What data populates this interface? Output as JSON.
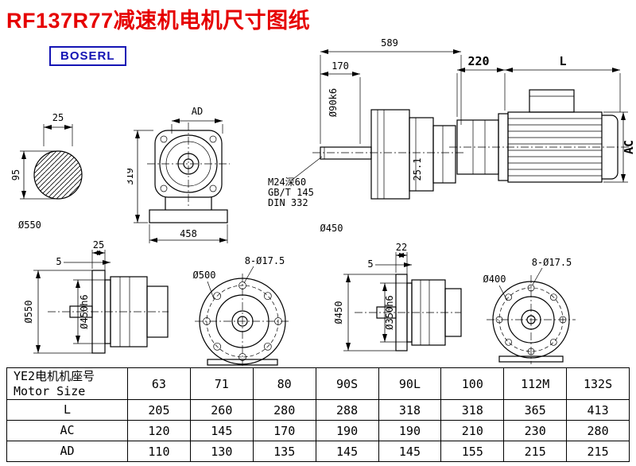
{
  "page": {
    "title": "RF137R77减速机电机尺寸图纸",
    "logo": "BOSERL"
  },
  "colors": {
    "title_red": "#e60000",
    "logo_blue": "#1414b4",
    "line_black": "#000000"
  },
  "views": {
    "shaft_section": {
      "width": "25",
      "height": "95",
      "diameter": "Ø550"
    },
    "gearbox_front": {
      "top_dim": "AD",
      "height": "319",
      "width": "458"
    },
    "reducer_side": {
      "total_length": "589",
      "shaft_length": "170",
      "shaft_diameter": "Ø90k6",
      "tap_hole": "M24深60",
      "standard_1": "GB/T 145",
      "standard_2": "DIN 332",
      "key_height": "25.1",
      "flange_diameter": "Ø450"
    },
    "motor_side": {
      "adapter_length": "220",
      "motor_length": "L",
      "motor_height": "AC"
    },
    "output_side_a": {
      "flange_thickness": "25",
      "spigot_depth": "5",
      "flange_diameter": "Ø550",
      "spigot_diameter": "Ø450h6"
    },
    "flange_face_a": {
      "bolt_holes": "8-Ø17.5",
      "bolt_circle": "Ø500"
    },
    "output_side_b": {
      "flange_thickness": "22",
      "spigot_depth": "5",
      "flange_diameter": "Ø450",
      "spigot_diameter": "Ø350h6"
    },
    "flange_face_b": {
      "bolt_holes": "8-Ø17.5",
      "bolt_circle": "Ø400"
    }
  },
  "table": {
    "header_cn": "YE2电机机座号",
    "header_en": "Motor Size",
    "frame_sizes": [
      "63",
      "71",
      "80",
      "90S",
      "90L",
      "100",
      "112M",
      "132S"
    ],
    "rows": [
      {
        "label": "L",
        "values": [
          "205",
          "260",
          "280",
          "288",
          "318",
          "318",
          "365",
          "413"
        ]
      },
      {
        "label": "AC",
        "values": [
          "120",
          "145",
          "170",
          "190",
          "190",
          "210",
          "230",
          "280"
        ]
      },
      {
        "label": "AD",
        "values": [
          "110",
          "130",
          "135",
          "145",
          "145",
          "155",
          "215",
          "215"
        ]
      }
    ]
  }
}
